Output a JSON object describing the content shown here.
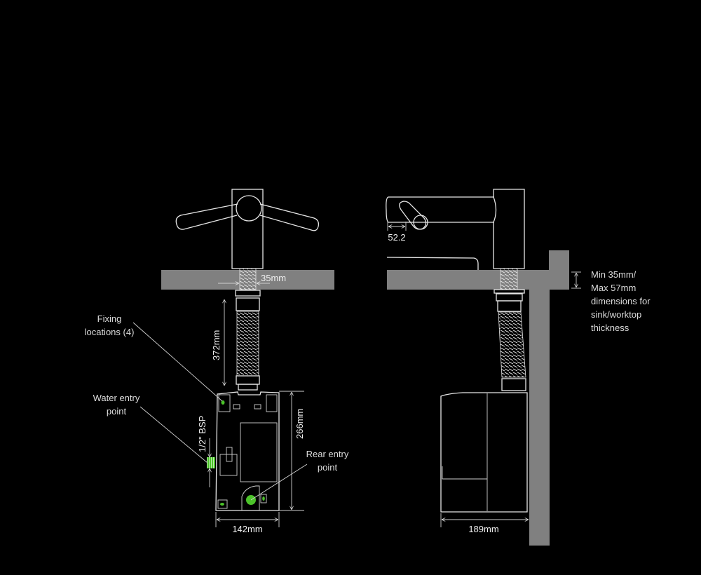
{
  "front_view": {
    "dim_thread": "35mm",
    "dim_hose": "372mm",
    "dim_unit_height": "266mm",
    "dim_unit_width": "142mm",
    "label_fixing": [
      "Fixing",
      "locations (4)"
    ],
    "label_water_entry": [
      "Water entry",
      "point"
    ],
    "label_bsp": "1/2\" BSP",
    "label_rear_entry": [
      "Rear entry",
      "point"
    ]
  },
  "side_view": {
    "dim_spout": "52.2",
    "dim_unit_depth": "189mm",
    "note": [
      "Min 35mm/",
      "Max 57mm",
      "dimensions for",
      "sink/worktop",
      "thickness"
    ]
  },
  "colors": {
    "background": "#000000",
    "worktop": "#808080",
    "line": "#e6e6e6",
    "highlight": "#4cc32a"
  }
}
